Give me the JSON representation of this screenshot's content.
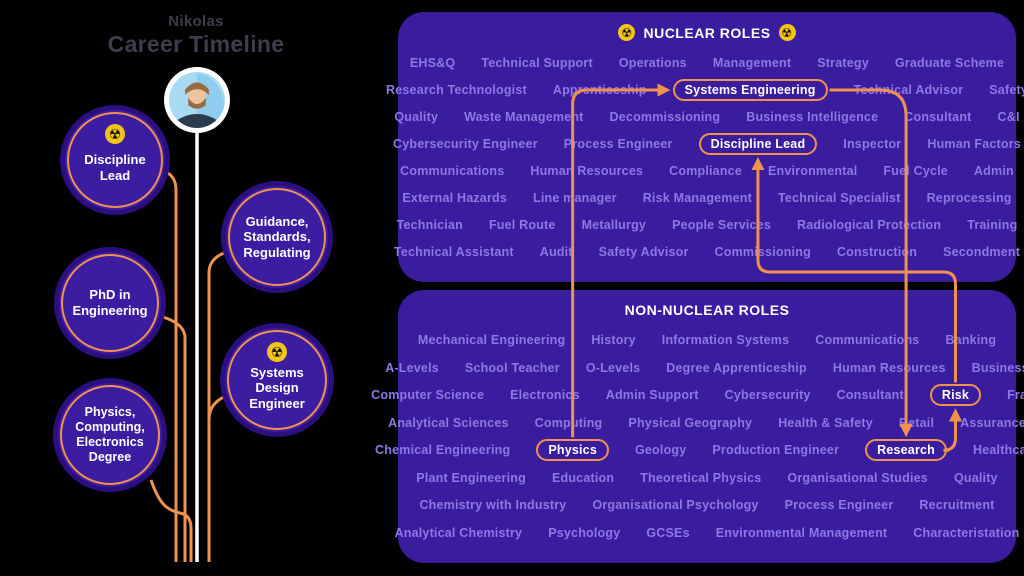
{
  "colors": {
    "background": "#000000",
    "panel": "#3a1c9e",
    "word": "#8e78e5",
    "accent_orange": "#f0924e",
    "bubble_fill": "#3c1da1",
    "bubble_ring": "#2b0e80",
    "radioactive_yellow": "#f2c318",
    "header_text": "#3d3d4c",
    "white": "#ffffff"
  },
  "icons": {
    "radioactive": "☢"
  },
  "header": {
    "name": "Nikolas",
    "title": "Career Timeline"
  },
  "timeline_nodes": [
    {
      "label": "Discipline\nLead",
      "radioactive": true
    },
    {
      "label": "PhD in\nEngineering",
      "radioactive": false
    },
    {
      "label": "Physics,\nComputing,\nElectronics\nDegree",
      "radioactive": false
    },
    {
      "label": "Guidance,\nStandards,\nRegulating",
      "radioactive": false
    },
    {
      "label": "Systems Design\nEngineer",
      "radioactive": true
    }
  ],
  "nuclear_panel": {
    "title": "NUCLEAR ROLES",
    "rows": [
      [
        "EHS&Q",
        "Technical Support",
        "Operations",
        "Management",
        "Strategy",
        "Graduate Scheme"
      ],
      [
        "Research Technologist",
        "Apprenticeship",
        {
          "t": "Systems Engineering",
          "hl": true
        },
        "Technical Advisor",
        "Safety"
      ],
      [
        "Quality",
        "Waste Management",
        "Decommissioning",
        "Business Intelligence",
        "Consultant",
        "C&I"
      ],
      [
        "Cybersecurity Engineer",
        "Process Engineer",
        {
          "t": "Discipline Lead",
          "hl": true
        },
        "Inspector",
        "Human Factors"
      ],
      [
        "Communications",
        "Human Resources",
        "Compliance",
        "Environmental",
        "Fuel Cycle",
        "Admin"
      ],
      [
        "External Hazards",
        "Line manager",
        "Risk Management",
        "Technical Specialist",
        "Reprocessing"
      ],
      [
        "Technician",
        "Fuel Route",
        "Metallurgy",
        "People Services",
        "Radiological Protection",
        "Training"
      ],
      [
        "Technical Assistant",
        "Audit",
        "Safety Advisor",
        "Commissioning",
        "Construction",
        "Secondment"
      ]
    ]
  },
  "non_nuclear_panel": {
    "title": "NON-NUCLEAR ROLES",
    "rows": [
      [
        "Mechanical Engineering",
        "History",
        "Information Systems",
        "Communications",
        "Banking"
      ],
      [
        "A-Levels",
        "School Teacher",
        "O-Levels",
        "Degree Apprenticeship",
        "Human Resources",
        "Business"
      ],
      [
        "Computer Science",
        "Electronics",
        "Admin Support",
        "Cybersecurity",
        "Consultant",
        {
          "t": "Risk",
          "hl": true
        },
        "Fraud"
      ],
      [
        "Analytical Sciences",
        "Computing",
        "Physical Geography",
        "Health & Safety",
        "Retail",
        "Assurance"
      ],
      [
        "Chemical Engineering",
        {
          "t": "Physics",
          "hl": true
        },
        "Geology",
        "Production Engineer",
        {
          "t": "Research",
          "hl": true
        },
        "Healthcare"
      ],
      [
        "Plant Engineering",
        "Education",
        "Theoretical Physics",
        "Organisational Studies",
        "Quality"
      ],
      [
        "Chemistry with Industry",
        "Organisational Psychology",
        "Process Engineer",
        "Recruitment"
      ],
      [
        "Analytical Chemistry",
        "Psychology",
        "GCSEs",
        "Environmental Management",
        "Characteristation"
      ]
    ]
  }
}
